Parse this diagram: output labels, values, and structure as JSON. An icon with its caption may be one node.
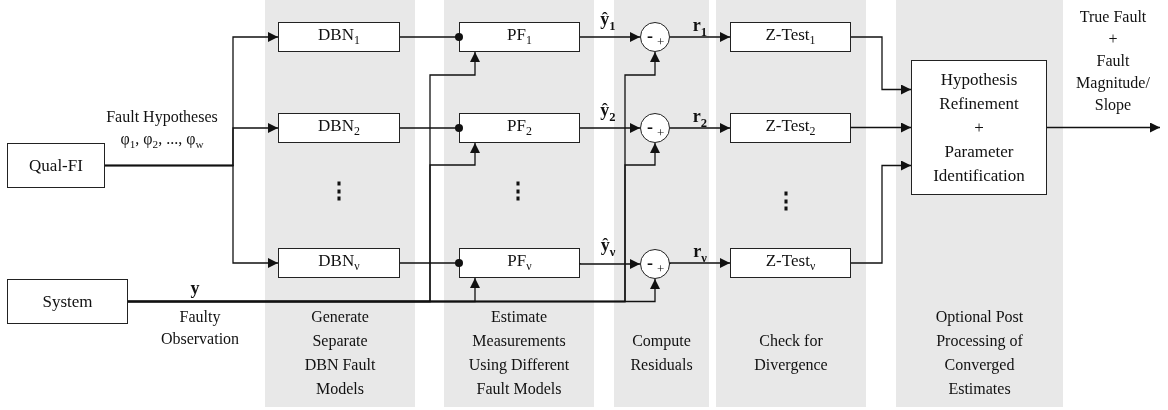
{
  "diagram": {
    "nodes": [
      {
        "text": [
          "Qual-FI"
        ]
      },
      {
        "text": [
          "System"
        ]
      },
      {
        "text": [
          "Generate Separate DBN Fault Models"
        ]
      },
      {
        "text": [
          "DBN$_{1}$"
        ],
        "in": 2
      },
      {
        "text": [
          "DBN$_{2}$"
        ],
        "in": 2
      },
      {
        "text": [
          "DBN$_{ν}$"
        ],
        "in": 2
      },
      {
        "text": [
          "Estimate Measurements Using Different Fault Models"
        ]
      },
      {
        "text": [
          "PF$_{1}$"
        ],
        "in": 6
      },
      {
        "text": [
          "PF$_{2}$"
        ],
        "in": 6
      },
      {
        "text": [
          "PF$_{ν}$"
        ],
        "in": 6
      },
      {
        "text": [
          "Compute Residuals"
        ]
      },
      {
        "text": [
          "-",
          "+"
        ],
        "in": 10
      },
      {
        "text": [
          "-",
          "+"
        ],
        "in": 10
      },
      {
        "text": [
          "-",
          "+"
        ],
        "in": 10
      },
      {
        "text": [
          "Check for Divergence"
        ]
      },
      {
        "text": [
          "Z-Test$_{1}$"
        ],
        "in": 14
      },
      {
        "text": [
          "Z-Test$_{2}$"
        ],
        "in": 14
      },
      {
        "text": [
          "Z-Test$_{ν}$"
        ],
        "in": 14
      },
      {
        "text": [
          "Optional Post Processing of Converged Estimates"
        ]
      },
      {
        "text": [
          "Hypothesis Refinement",
          "+",
          "Parameter Identification"
        ],
        "in": 18
      },
      {
        "text": [
          "True Fault",
          "+",
          "Fault Magnitude/ Slope"
        ]
      }
    ],
    "edges": [
      {
        "from": 0,
        "to": 3,
        "arrow": "to",
        "label": "Fault Hypotheses φ$_{1}$, φ$_{2}$, ..., φ$_{w}$"
      },
      {
        "from": 0,
        "to": 4,
        "arrow": "to"
      },
      {
        "from": 0,
        "to": 5,
        "arrow": "to"
      },
      {
        "from": 3,
        "to": 7,
        "arrow": "other"
      },
      {
        "from": 4,
        "to": 8,
        "arrow": "other"
      },
      {
        "from": 5,
        "to": 9,
        "arrow": "other"
      },
      {
        "from": 1,
        "to": 7,
        "arrow": "to",
        "label": "y"
      },
      {
        "from": 1,
        "to": 8,
        "arrow": "to"
      },
      {
        "from": 1,
        "to": 9,
        "arrow": "to"
      },
      {
        "from": 1,
        "to": 11,
        "arrow": "to"
      },
      {
        "from": 1,
        "to": 12,
        "arrow": "to"
      },
      {
        "from": 1,
        "to": 13,
        "arrow": "to"
      },
      {
        "from": 7,
        "to": 11,
        "arrow": "to",
        "label": "ŷ$_{1}$"
      },
      {
        "from": 8,
        "to": 12,
        "arrow": "to",
        "label": "ŷ$_{2}$"
      },
      {
        "from": 9,
        "to": 13,
        "arrow": "to",
        "label": "ŷ$_{ν}$"
      },
      {
        "from": 11,
        "to": 15,
        "arrow": "to",
        "label": "r$_{1}$"
      },
      {
        "from": 12,
        "to": 16,
        "arrow": "to",
        "label": "r$_{2}$"
      },
      {
        "from": 13,
        "to": 17,
        "arrow": "to",
        "label": "r$_{ν}$"
      },
      {
        "from": 15,
        "to": 19,
        "arrow": "to"
      },
      {
        "from": 16,
        "to": 19,
        "arrow": "to"
      },
      {
        "from": 17,
        "to": 19,
        "arrow": "to"
      },
      {
        "from": 19,
        "to": 20,
        "arrow": "to"
      }
    ],
    "labels": [
      "⋮",
      "⋮",
      "⋮",
      "Faulty Observation"
    ]
  }
}
